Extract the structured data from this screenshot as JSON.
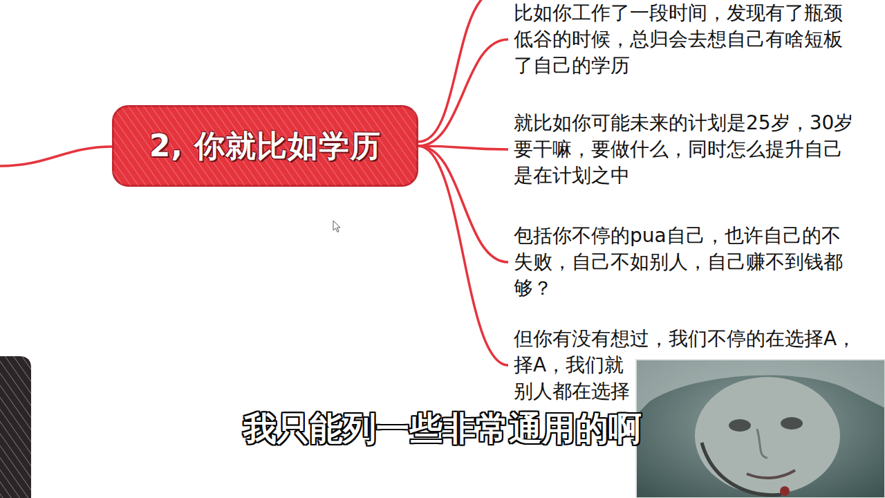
{
  "diagram": {
    "nodes": [
      {
        "text": [
          "2, 你就比如学历"
        ]
      },
      {
        "text": [
          "比如你工作了一段时间，发现有了瓶颈 低谷的时候，总归会去想自己有啥短板 了自己的学历"
        ]
      },
      {
        "text": [
          "就比如你可能未来的计划是25岁，30岁 要干嘛，要做什么，同时怎么提升自己 是在计划之中"
        ]
      },
      {
        "text": [
          "包括你不停的pua自己，也许自己的不 失败，自己不如别人，自己赚不到钱都 够？"
        ]
      },
      {
        "text": [
          "但你有没有想过，我们不停的在选择A， 择A，我们就 别人都在选择"
        ]
      }
    ],
    "edges": [
      {
        "from": 0,
        "to": 1,
        "arrow": "none"
      },
      {
        "from": 0,
        "to": 2,
        "arrow": "none"
      },
      {
        "from": 0,
        "to": 3,
        "arrow": "none"
      },
      {
        "from": 0,
        "to": 4,
        "arrow": "none"
      }
    ],
    "labels": [
      "我只能列一些非常通用的啊"
    ]
  }
}
